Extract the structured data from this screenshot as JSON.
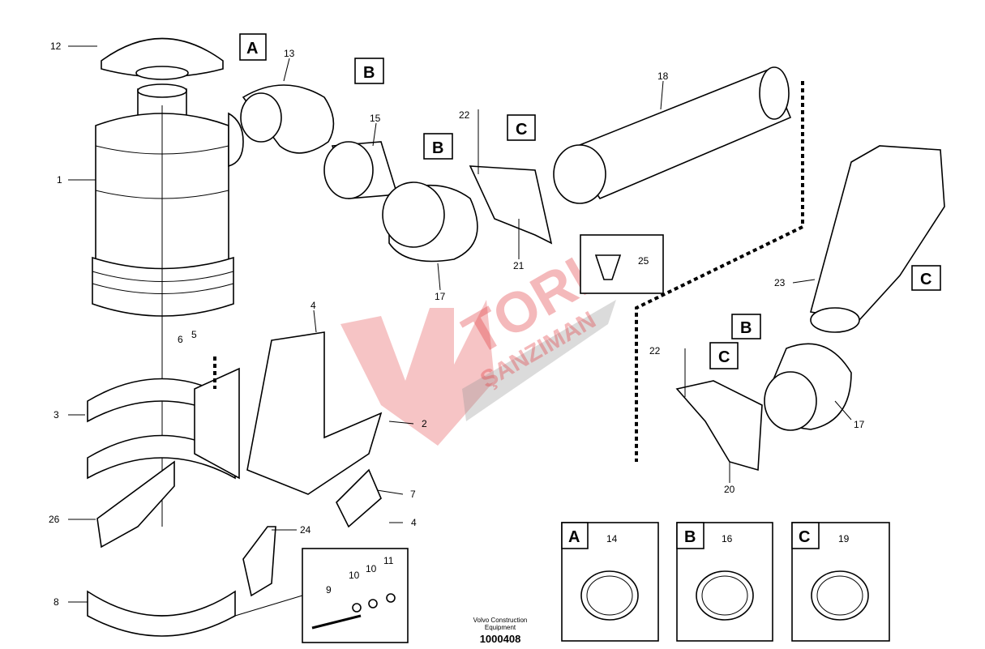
{
  "diagram": {
    "part_labels": {
      "p1": "1",
      "p2": "2",
      "p3": "3",
      "p4a": "4",
      "p4b": "4",
      "p5": "5",
      "p6": "6",
      "p7": "7",
      "p8": "8",
      "p9": "9",
      "p10a": "10",
      "p10b": "10",
      "p11": "11",
      "p12": "12",
      "p13": "13",
      "p14": "14",
      "p15": "15",
      "p16": "16",
      "p17a": "17",
      "p17b": "17",
      "p18": "18",
      "p19": "19",
      "p20": "20",
      "p21": "21",
      "p22a": "22",
      "p22b": "22",
      "p23": "23",
      "p24": "24",
      "p25": "25",
      "p26": "26"
    },
    "refs": {
      "a1": "A",
      "b1": "B",
      "b2": "B",
      "b3": "B",
      "c1": "C",
      "c2": "C",
      "c3": "C"
    },
    "details": [
      {
        "letter": "A",
        "part": "14"
      },
      {
        "letter": "B",
        "part": "16"
      },
      {
        "letter": "C",
        "part": "19"
      }
    ],
    "publisher_line1": "Volvo Construction",
    "publisher_line2": "Equipment",
    "drawing_number": "1000408",
    "watermark": "TORK ŞANZIMAN"
  }
}
